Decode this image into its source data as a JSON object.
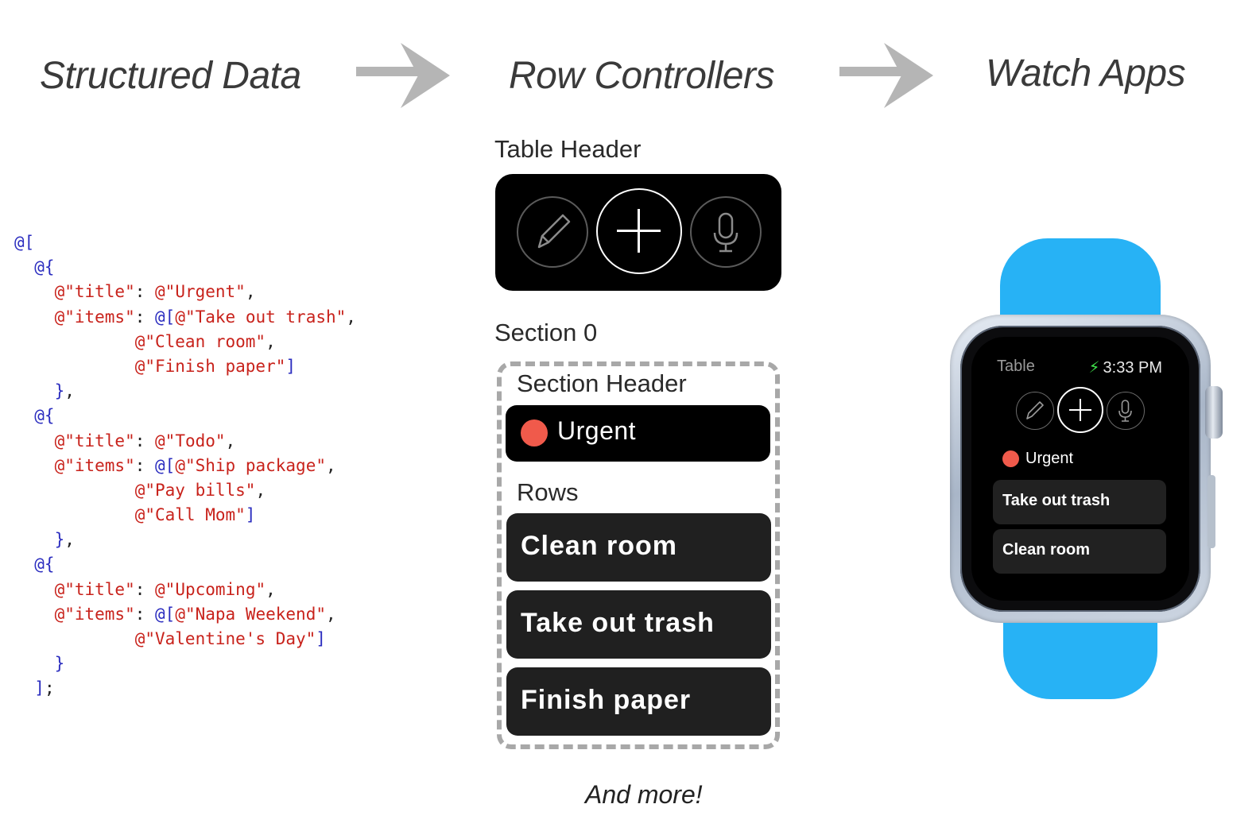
{
  "titles": {
    "structured_data": "Structured Data",
    "row_controllers": "Row Controllers",
    "watch_apps": "Watch Apps"
  },
  "icons": [
    "arrow-right-icon",
    "pencil-icon",
    "plus-icon",
    "microphone-icon",
    "bolt-icon"
  ],
  "colors": {
    "code_symbol": "#2b2dbf",
    "code_string": "#c8221b",
    "urgent_dot": "#f05a4b",
    "watch_band": "#27b2f5",
    "row_background": "#202020"
  },
  "code": {
    "lines": [
      [
        {
          "t": "@[",
          "c": "sym"
        }
      ],
      [
        {
          "t": "  @{",
          "c": "sym"
        }
      ],
      [
        {
          "t": "    ",
          "c": "pun"
        },
        {
          "t": "@\"title\"",
          "c": "str"
        },
        {
          "t": ": ",
          "c": "pun"
        },
        {
          "t": "@\"Urgent\"",
          "c": "str"
        },
        {
          "t": ",",
          "c": "pun"
        }
      ],
      [
        {
          "t": "    ",
          "c": "pun"
        },
        {
          "t": "@\"items\"",
          "c": "str"
        },
        {
          "t": ": ",
          "c": "pun"
        },
        {
          "t": "@[",
          "c": "sym"
        },
        {
          "t": "@\"Take out trash\"",
          "c": "str"
        },
        {
          "t": ",",
          "c": "pun"
        }
      ],
      [
        {
          "t": "            ",
          "c": "pun"
        },
        {
          "t": "@\"Clean room\"",
          "c": "str"
        },
        {
          "t": ",",
          "c": "pun"
        }
      ],
      [
        {
          "t": "            ",
          "c": "pun"
        },
        {
          "t": "@\"Finish paper\"",
          "c": "str"
        },
        {
          "t": "]",
          "c": "sym"
        }
      ],
      [
        {
          "t": "    }",
          "c": "sym"
        },
        {
          "t": ",",
          "c": "pun"
        }
      ],
      [
        {
          "t": "  @{",
          "c": "sym"
        }
      ],
      [
        {
          "t": "    ",
          "c": "pun"
        },
        {
          "t": "@\"title\"",
          "c": "str"
        },
        {
          "t": ": ",
          "c": "pun"
        },
        {
          "t": "@\"Todo\"",
          "c": "str"
        },
        {
          "t": ",",
          "c": "pun"
        }
      ],
      [
        {
          "t": "    ",
          "c": "pun"
        },
        {
          "t": "@\"items\"",
          "c": "str"
        },
        {
          "t": ": ",
          "c": "pun"
        },
        {
          "t": "@[",
          "c": "sym"
        },
        {
          "t": "@\"Ship package\"",
          "c": "str"
        },
        {
          "t": ",",
          "c": "pun"
        }
      ],
      [
        {
          "t": "            ",
          "c": "pun"
        },
        {
          "t": "@\"Pay bills\"",
          "c": "str"
        },
        {
          "t": ",",
          "c": "pun"
        }
      ],
      [
        {
          "t": "            ",
          "c": "pun"
        },
        {
          "t": "@\"Call Mom\"",
          "c": "str"
        },
        {
          "t": "]",
          "c": "sym"
        }
      ],
      [
        {
          "t": "    }",
          "c": "sym"
        },
        {
          "t": ",",
          "c": "pun"
        }
      ],
      [
        {
          "t": "  @{",
          "c": "sym"
        }
      ],
      [
        {
          "t": "    ",
          "c": "pun"
        },
        {
          "t": "@\"title\"",
          "c": "str"
        },
        {
          "t": ": ",
          "c": "pun"
        },
        {
          "t": "@\"Upcoming\"",
          "c": "str"
        },
        {
          "t": ",",
          "c": "pun"
        }
      ],
      [
        {
          "t": "    ",
          "c": "pun"
        },
        {
          "t": "@\"items\"",
          "c": "str"
        },
        {
          "t": ": ",
          "c": "pun"
        },
        {
          "t": "@[",
          "c": "sym"
        },
        {
          "t": "@\"Napa Weekend\"",
          "c": "str"
        },
        {
          "t": ",",
          "c": "pun"
        }
      ],
      [
        {
          "t": "            ",
          "c": "pun"
        },
        {
          "t": "@\"Valentine's Day\"",
          "c": "str"
        },
        {
          "t": "]",
          "c": "sym"
        }
      ],
      [
        {
          "t": "    }",
          "c": "sym"
        }
      ],
      [
        {
          "t": "  ]",
          "c": "sym"
        },
        {
          "t": ";",
          "c": "pun"
        }
      ]
    ]
  },
  "row_controllers": {
    "table_header_label": "Table Header",
    "section_label": "Section 0",
    "section_header_label": "Section Header",
    "section_header_row": "Urgent",
    "rows_label": "Rows",
    "rows": [
      "Clean room",
      "Take out trash",
      "Finish paper"
    ],
    "footer": "And more!"
  },
  "watch": {
    "app_title": "Table",
    "time": "3:33 PM",
    "section_header": "Urgent",
    "rows": [
      "Take out trash",
      "Clean room"
    ]
  }
}
